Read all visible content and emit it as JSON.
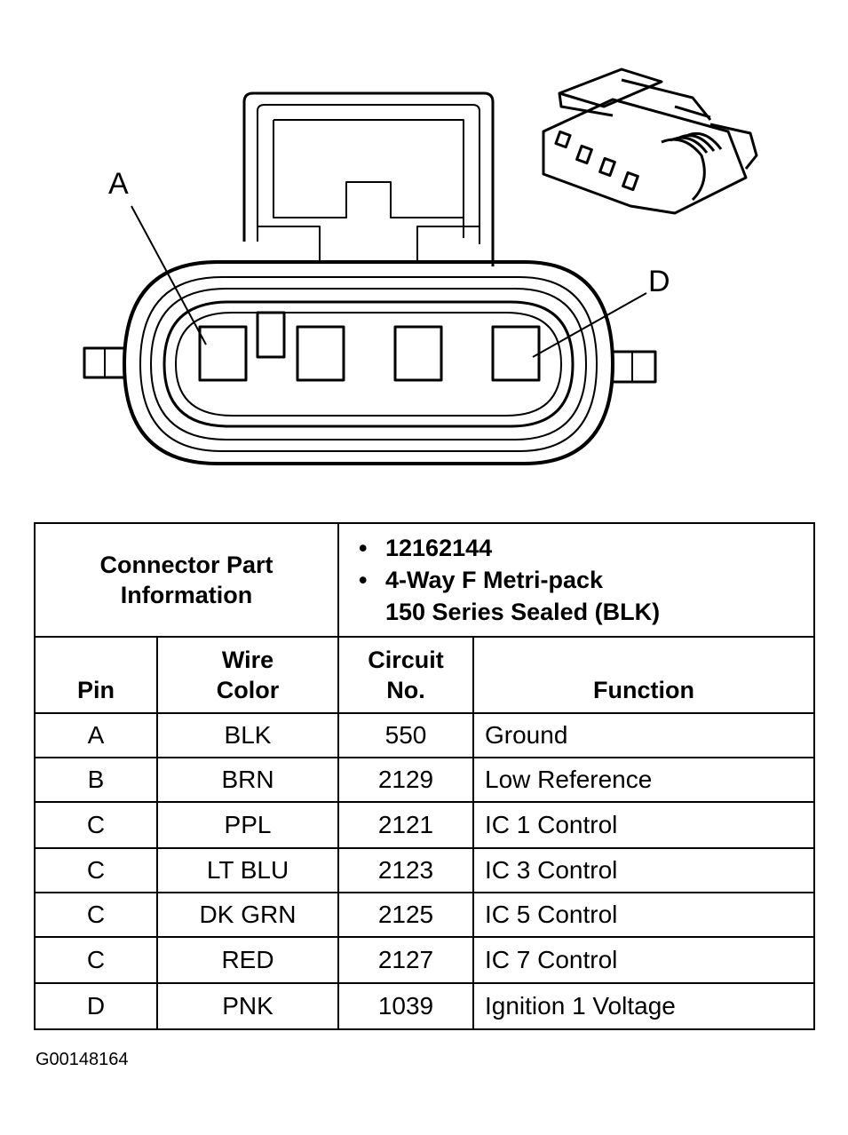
{
  "diagram": {
    "pin_labels": [
      "A",
      "D"
    ]
  },
  "table": {
    "part_info_label": "Connector Part Information",
    "part_info_items": [
      "12162144",
      "4-Way F Metri-pack",
      "150 Series Sealed (BLK)"
    ],
    "headers": {
      "pin": "Pin",
      "wire_color": "Wire Color",
      "circuit": "Circuit No.",
      "function": "Function"
    },
    "rows": [
      {
        "pin": "A",
        "color": "BLK",
        "circuit": "550",
        "function": "Ground"
      },
      {
        "pin": "B",
        "color": "BRN",
        "circuit": "2129",
        "function": "Low Reference"
      },
      {
        "pin": "C",
        "color": "PPL",
        "circuit": "2121",
        "function": "IC 1 Control"
      },
      {
        "pin": "C",
        "color": "LT BLU",
        "circuit": "2123",
        "function": "IC 3 Control"
      },
      {
        "pin": "C",
        "color": "DK GRN",
        "circuit": "2125",
        "function": "IC 5 Control"
      },
      {
        "pin": "C",
        "color": "RED",
        "circuit": "2127",
        "function": "IC 7 Control"
      },
      {
        "pin": "D",
        "color": "PNK",
        "circuit": "1039",
        "function": "Ignition 1 Voltage"
      }
    ]
  },
  "figure_id": "G00148164"
}
